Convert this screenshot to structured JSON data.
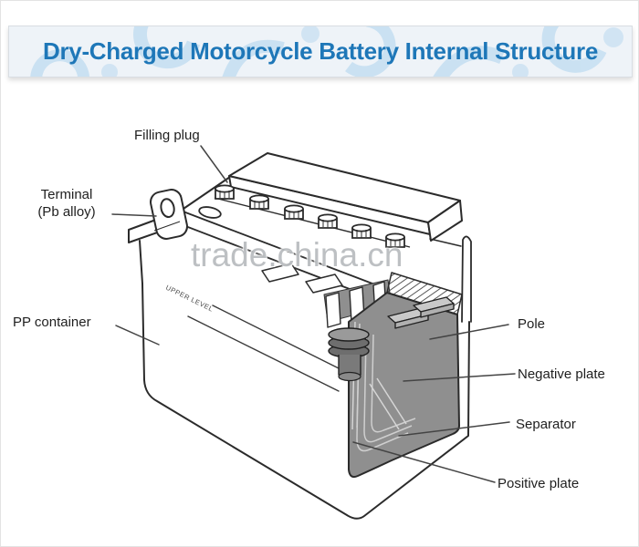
{
  "header": {
    "title": "Dry-Charged Motorcycle Battery Internal Structure"
  },
  "watermark": {
    "text": "trade.china.cn"
  },
  "diagram": {
    "case_marking": "UPPER LEVEL",
    "labels": [
      {
        "id": "filling-plug",
        "text": "Filling plug",
        "leader": [
          219,
          159,
          248,
          199
        ]
      },
      {
        "id": "terminal",
        "text": "Terminal",
        "text2": "(Pb alloy)",
        "leader": [
          122,
          234,
          170,
          236
        ]
      },
      {
        "id": "pp-container",
        "text": "PP container",
        "leader": [
          126,
          356,
          173,
          377
        ]
      },
      {
        "id": "pole",
        "text": "Pole",
        "leader": [
          556,
          355,
          470,
          371
        ]
      },
      {
        "id": "negative-plate",
        "text": "Negative plate",
        "leader": [
          563,
          409,
          441,
          417
        ]
      },
      {
        "id": "separator",
        "text": "Separator",
        "leader": [
          557,
          462,
          436,
          477
        ]
      },
      {
        "id": "positive-plate",
        "text": "Positive plate",
        "leader": [
          541,
          528,
          386,
          484
        ]
      }
    ]
  },
  "colors": {
    "title_blue": "#1e77b8",
    "swirl_blue": "#aed3ee",
    "line_ink": "#2b2b2b",
    "plate_gray": "#8f8f8f",
    "watermark_gray": "#94999e"
  }
}
